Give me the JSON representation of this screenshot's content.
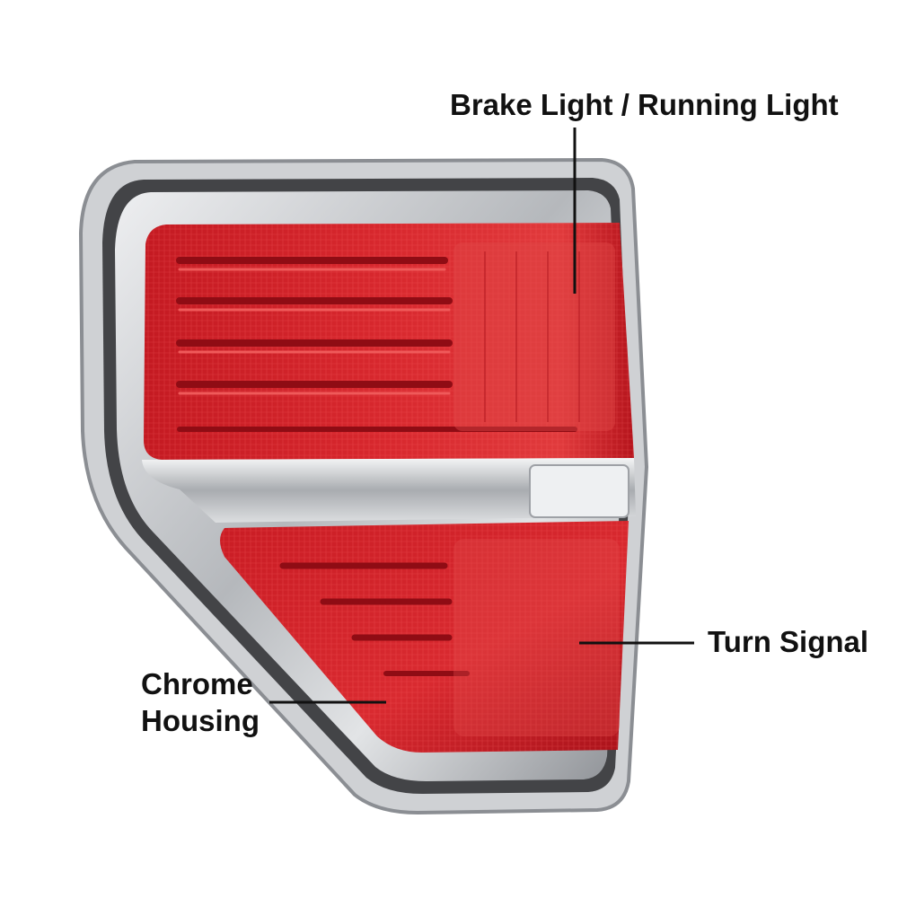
{
  "callouts": {
    "brake": "Brake Light / Running Light",
    "turn": "Turn Signal",
    "chrome_line1": "Chrome",
    "chrome_line2": "Housing"
  },
  "colors": {
    "background": "#ffffff",
    "lens_red": "#d0222a",
    "lens_dark": "#9a0e16",
    "chrome": "#c9cbce",
    "label_text": "#111111"
  }
}
